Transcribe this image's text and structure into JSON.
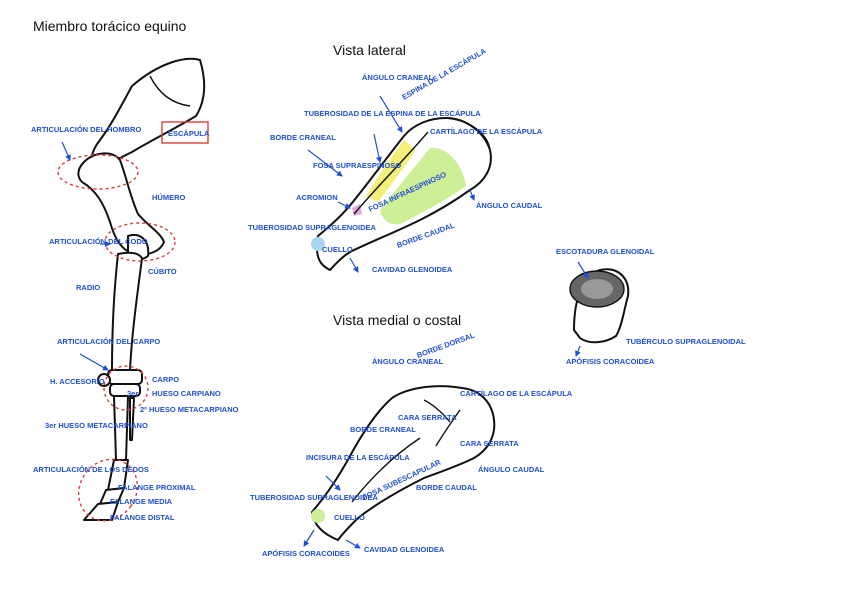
{
  "titles": {
    "main": "Miembro torácico equino",
    "lateral": "Vista lateral",
    "medial": "Vista medial o costal"
  },
  "colors": {
    "label_blue": "#1f4fd6",
    "joint_red": "#e23a3a",
    "supraspinous_yellow": "#f3ef7a",
    "infraspinous_green": "#cdef95",
    "acromion_pink": "#e6a8dc",
    "tubercle_blue": "#a9d6ef"
  },
  "limb_labels": {
    "escapula": "ESCÁPULA",
    "art_hombro": "ARTICULACIÓN DEL HOMBRO",
    "humero": "HÚMERO",
    "art_codo": "ARTICULACIÓN DEL CODO",
    "cubito": "CÚBITO",
    "radio": "RADIO",
    "art_carpo": "ARTICULACIÓN DEL CARPO",
    "h_accesorio": "H. ACCESORIO",
    "carpo": "CARPO",
    "hueso_carpiano": "HUESO CARPIANO",
    "n3er": "3er",
    "hueso_3_metacarpiano": "3er HUESO METACARPIANO",
    "hueso_2_metacarpiano": "2º HUESO METACARPIANO",
    "art_dedos": "ARTICULACIÓN DE LOS DEDOS",
    "falange_proximal": "FALANGE PROXIMAL",
    "falange_media": "FALANGE MEDIA",
    "falange_distal": "FALANGE DISTAL"
  },
  "lateral_labels": {
    "angulo_craneal": "ÁNGULO CRANEAL",
    "espina_escapula": "ESPINA DE LA ESCÁPULA",
    "tuberosidad_espina": "TUBEROSIDAD DE LA ESPINA DE LA ESCÁPULA",
    "cartilago": "CARTÍLAGO DE LA ESCÁPULA",
    "borde_craneal": "BORDE CRANEAL",
    "fosa_supraespinoso": "FOSA SUPRAESPINOSO",
    "fosa_infraespinoso": "FOSA INFRAESPINOSO",
    "acromion": "ACROMION",
    "tuberosidad_supraglenoidea": "TUBEROSIDAD SUPRAGLENOIDEA",
    "cuello": "CUELLO",
    "borde_caudal": "BORDE CAUDAL",
    "angulo_caudal": "ÁNGULO CAUDAL",
    "cavidad_glenoidea": "CAVIDAD GLENOIDEA"
  },
  "end_labels": {
    "escotadura_glenoidal": "ESCOTADURA GLENOIDAL",
    "apofisis_coracoidea": "APÓFISIS CORACOIDEA",
    "tuberculo_supraglenoidal": "TUBÉRCULO SUPRAGLENOIDAL"
  },
  "medial_labels": {
    "angulo_craneal": "ÁNGULO CRANEAL",
    "borde_dorsal": "BORDE DORSAL",
    "cara_serrata_1": "CARA SERRATA",
    "cartilago": "CARTÍLAGO DE LA ESCÁPULA",
    "borde_craneal": "BORDE CRANEAL",
    "incisura": "INCISURA DE LA ESCÁPULA",
    "cara_serrata_2": "CARA SERRATA",
    "fosa_subescapular": "FOSA SUBESCAPULAR",
    "borde_caudal": "BORDE CAUDAL",
    "angulo_caudal": "ÁNGULO CAUDAL",
    "tuberosidad_supraglenoidea": "TUBEROSIDAD SUPRAGLENOIDEA",
    "cuello": "CUELLO",
    "apofisis_coracoides": "APÓFISIS CORACOIDES",
    "cavidad_glenoidea": "CAVIDAD GLENOIDEA"
  }
}
